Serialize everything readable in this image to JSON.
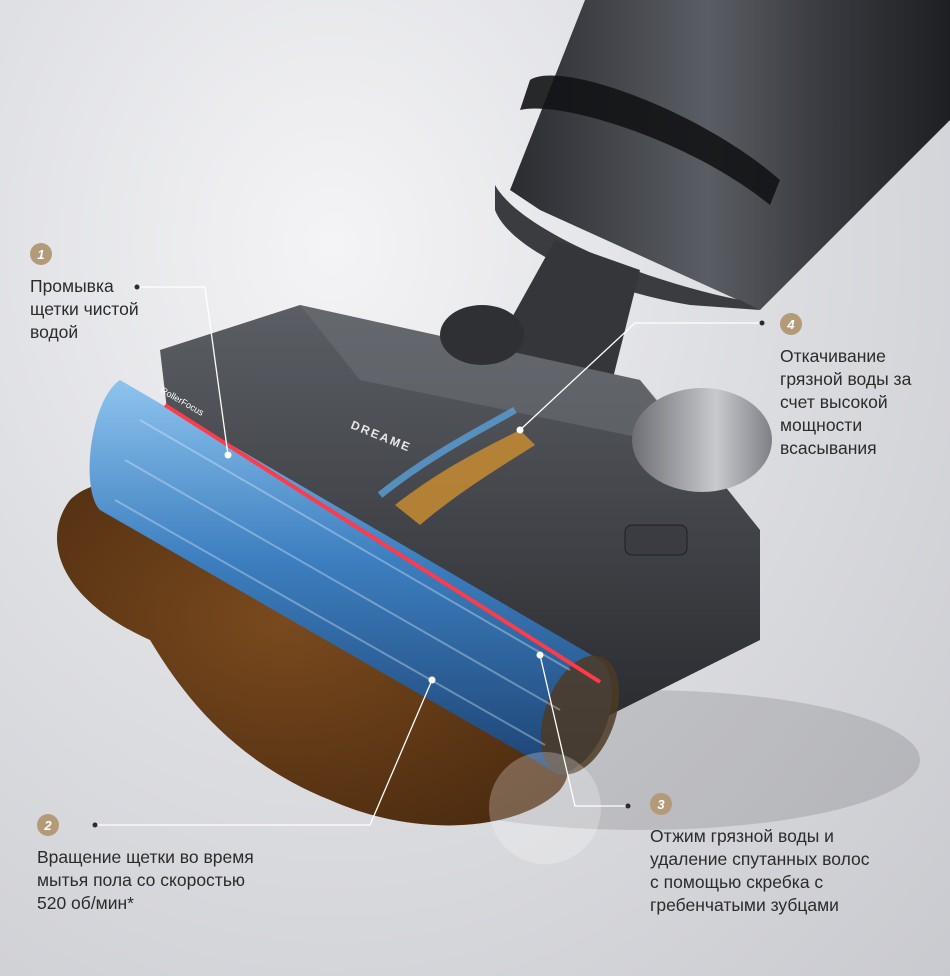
{
  "brand": "DREAME",
  "roller_label": "RollerFocus",
  "callouts": [
    {
      "number": "1",
      "text": "Промывка\nщетки чистой\nводой"
    },
    {
      "number": "2",
      "text": "Вращение щетки во время\nмытья пола со скоростью\n520 об/мин*"
    },
    {
      "number": "3",
      "text": "Отжим грязной воды и\nудаление спутанных волос\nс помощью скребка с\nгребенчатыми зубцами"
    },
    {
      "number": "4",
      "text": "Откачивание\nгрязной воды за\nсчет высокой\nмощности\nвсасывания"
    }
  ],
  "colors": {
    "accent": "#b39a78",
    "laser": "#ff3b4a",
    "dirt": "#6b3f18",
    "roller": "#3d7fc0"
  }
}
